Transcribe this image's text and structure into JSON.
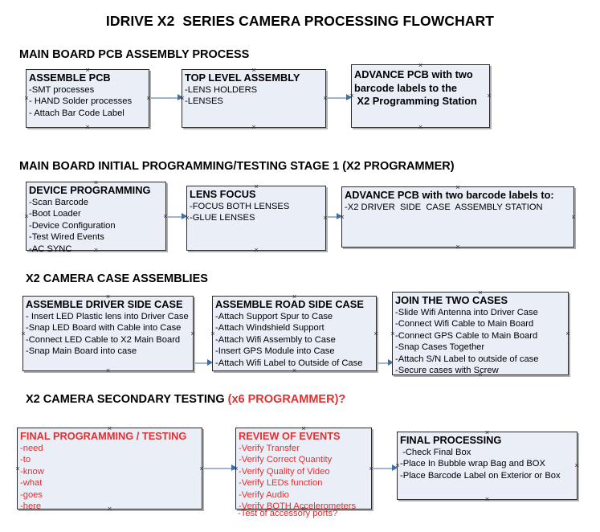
{
  "document": {
    "title": "IDRIVE X2  SERIES CAMERA PROCESSING FLOWCHART"
  },
  "colors": {
    "node_fill": "#e9eef7",
    "node_border": "#2a2a2a",
    "connector": "#9fb4cd",
    "arrow": "#3f6fa8",
    "accent_red": "#e03030",
    "text": "#000000",
    "background": "#ffffff"
  },
  "sections": [
    {
      "id": "main-board-pcb-assembly",
      "title": "MAIN BOARD PCB ASSEMBLY PROCESS",
      "title_accent": "",
      "nodes": [
        {
          "id": "assemble-pcb",
          "head": "ASSEMBLE PCB",
          "lines": [
            "-SMT processes",
            "- HAND Solder processes",
            "- Attach Bar Code Label"
          ],
          "color": "dark"
        },
        {
          "id": "top-level-assembly",
          "head": "TOP LEVEL ASSEMBLY",
          "lines": [
            "-LENS HOLDERS",
            "-LENSES"
          ],
          "color": "dark"
        },
        {
          "id": "advance-pcb-x2-programming-station",
          "head": "ADVANCE PCB with two\nbarcode labels to the\n X2 Programming Station",
          "lines": [],
          "color": "dark"
        }
      ]
    },
    {
      "id": "main-board-initial-programming",
      "title": "MAIN BOARD INITIAL PROGRAMMING/TESTING STAGE 1 (X2 PROGRAMMER)",
      "title_accent": "",
      "nodes": [
        {
          "id": "device-programming",
          "head": "DEVICE PROGRAMMING",
          "lines": [
            "-Scan Barcode",
            "-Boot Loader",
            "-Device Configuration",
            "-Test Wired Events",
            "-AC SYNC"
          ],
          "color": "dark"
        },
        {
          "id": "lens-focus",
          "head": "LENS FOCUS",
          "lines": [
            "-FOCUS BOTH LENSES",
            "-GLUE LENSES"
          ],
          "color": "dark"
        },
        {
          "id": "advance-pcb-driver-side-case",
          "head": "ADVANCE PCB with two barcode labels to:",
          "lines": [
            "-X2 DRIVER  SIDE  CASE  ASSEMBLY STATION"
          ],
          "color": "dark"
        }
      ]
    },
    {
      "id": "x2-camera-case-assemblies",
      "title": "X2 CAMERA CASE ASSEMBLIES",
      "title_accent": "",
      "nodes": [
        {
          "id": "assemble-driver-side-case",
          "head": "ASSEMBLE DRIVER SIDE CASE",
          "lines": [
            "- Insert LED Plastic lens into Driver Case",
            "-Snap LED Board with Cable into Case",
            "-Connect LED Cable to X2 Main Board",
            "-Snap Main Board into case"
          ],
          "color": "dark"
        },
        {
          "id": "assemble-road-side-case",
          "head": "ASSEMBLE ROAD SIDE CASE",
          "lines": [
            "-Attach Support Spur to Case",
            "-Attach Windshield Support",
            "-Attach Wifi Assembly to Case",
            "-Insert GPS Module into Case",
            "-Attach Wifi Label to Outside of Case"
          ],
          "color": "dark"
        },
        {
          "id": "join-the-two-cases",
          "head": "JOIN THE TWO CASES",
          "lines": [
            "-Slide Wifi Antenna into Driver Case",
            "-Connect Wifi Cable to Main Board",
            "-Connect GPS Cable to Main Board",
            "-Snap Cases Together",
            "-Attach S/N Label to outside of case",
            "-Secure cases with Screw"
          ],
          "color": "dark"
        }
      ]
    },
    {
      "id": "x2-camera-secondary-testing",
      "title": "X2 CAMERA SECONDARY TESTING ",
      "title_accent": "(x6 PROGRAMMER)?",
      "nodes": [
        {
          "id": "final-programming-testing",
          "head": "FINAL PROGRAMMING / TESTING",
          "lines": [
            "-need",
            "-to",
            "-know",
            "-what",
            "-goes",
            "-here"
          ],
          "color": "red"
        },
        {
          "id": "review-of-events",
          "head": "REVIEW OF EVENTS",
          "lines": [
            "-Verify Transfer",
            "-Verify Correct Quantity",
            "-Verify Quality of Video",
            "-Verify LEDs function",
            "-Verify Audio",
            "-Verify BOTH Accelerometers"
          ],
          "overflow_line": "-Test of accessory ports?",
          "color": "red"
        },
        {
          "id": "final-processing",
          "head": "FINAL PROCESSING",
          "lines": [
            " -Check Final Box",
            "-Place In Bubble wrap Bag and BOX",
            "-Place Barcode Label on Exterior or Box"
          ],
          "color": "dark"
        }
      ]
    }
  ]
}
